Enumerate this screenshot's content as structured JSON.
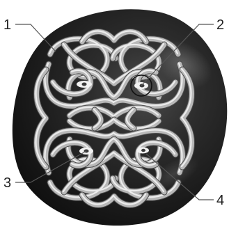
{
  "figure": {
    "callouts": [
      {
        "number": "1"
      },
      {
        "number": "2"
      },
      {
        "number": "3"
      },
      {
        "number": "4"
      }
    ],
    "colors": {
      "disc_dark": "#1a1a1a",
      "disc_mid": "#3a3a3a",
      "rope_light": "#c9c9c9",
      "rope_shadow": "#4a4a4a",
      "eye_spot": "#f2f2f2"
    }
  }
}
